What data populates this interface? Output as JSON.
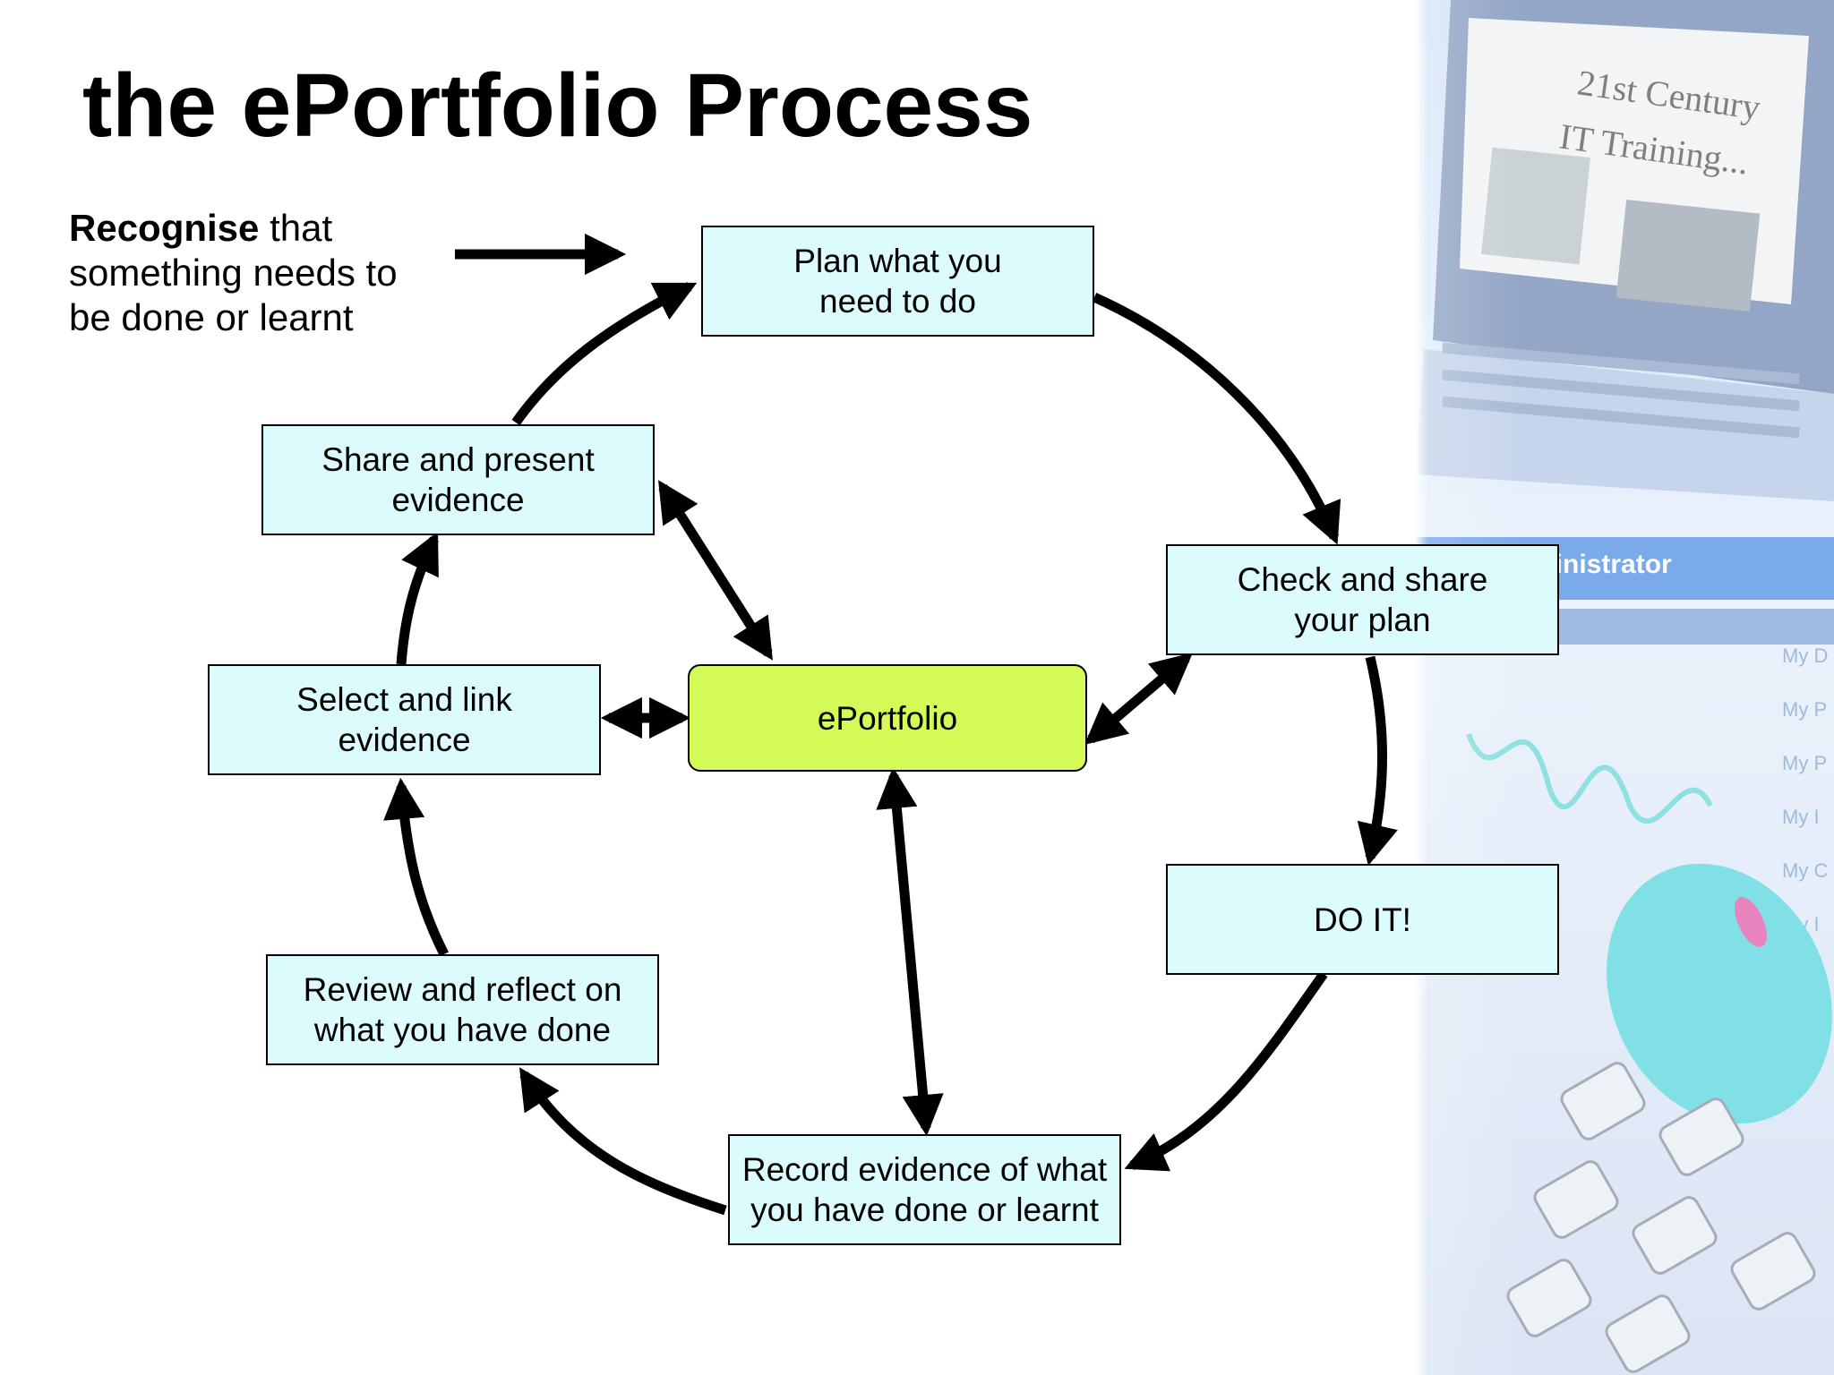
{
  "slide": {
    "title": "the ePortfolio Process",
    "intro": {
      "bold": "Recognise",
      "rest_1": " that",
      "line_2": "something needs to",
      "line_3": "be done or learnt"
    }
  },
  "steps": {
    "plan": {
      "line1": "Plan what you",
      "line2": "need to do"
    },
    "check": {
      "line1": "Check and share",
      "line2": "your plan"
    },
    "do": {
      "line1": "DO IT!"
    },
    "record": {
      "line1": "Record evidence of what",
      "line2": "you have done or learnt"
    },
    "review": {
      "line1": "Review and reflect on",
      "line2": "what you have done"
    },
    "select": {
      "line1": "Select and link",
      "line2": "evidence"
    },
    "share": {
      "line1": "Share and present",
      "line2": "evidence"
    },
    "center": {
      "line1": "ePortfolio"
    }
  },
  "background": {
    "screen_line1": "21st Century",
    "screen_line2": "IT Training...",
    "window_label": "ministrator",
    "menu_items": [
      "My D",
      "My P",
      "My P",
      "My I",
      "My C",
      "My I"
    ]
  },
  "colors": {
    "step_fill": "#dcfbfd",
    "center_fill": "#d4fa58",
    "arrow": "#000000"
  }
}
